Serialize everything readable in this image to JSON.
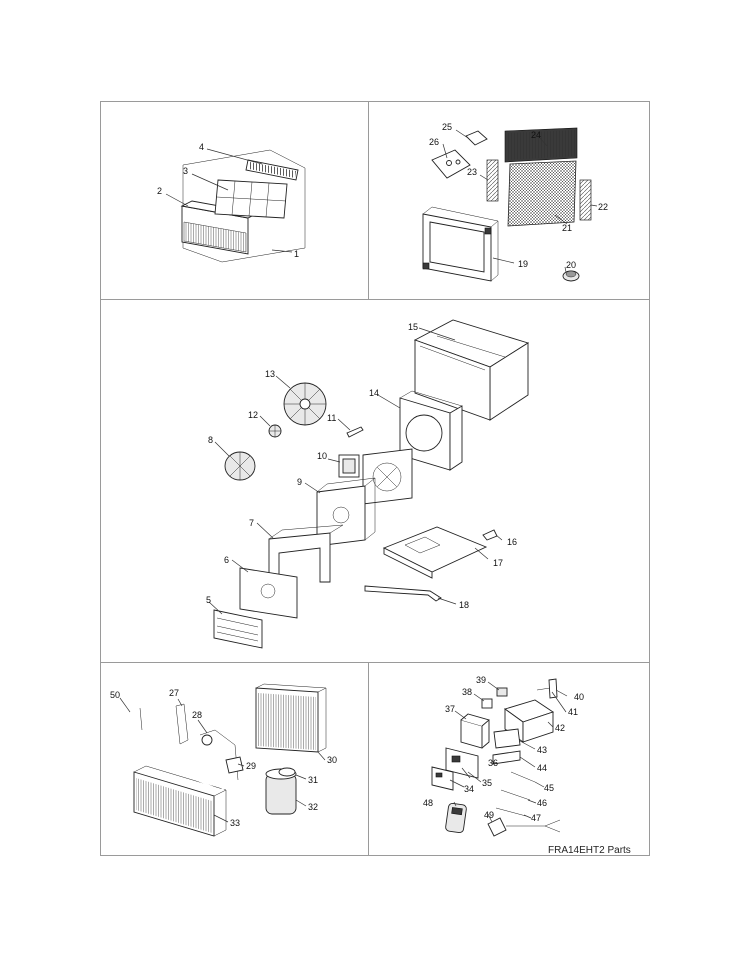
{
  "caption": "FRA14EHT2 Parts",
  "panels": [
    {
      "id": "front-grille-panel",
      "labels": [
        "1",
        "2",
        "3",
        "4"
      ]
    },
    {
      "id": "window-kit-panel",
      "labels": [
        "19",
        "20",
        "21",
        "22",
        "23",
        "24",
        "25",
        "26"
      ]
    },
    {
      "id": "chassis-panel",
      "labels": [
        "5",
        "6",
        "7",
        "8",
        "9",
        "10",
        "11",
        "12",
        "13",
        "14",
        "15",
        "16",
        "17",
        "18"
      ]
    },
    {
      "id": "refrigeration-panel",
      "labels": [
        "27",
        "28",
        "29",
        "30",
        "31",
        "32",
        "33",
        "50"
      ]
    },
    {
      "id": "electrical-panel",
      "labels": [
        "34",
        "35",
        "36",
        "37",
        "38",
        "39",
        "40",
        "41",
        "42",
        "43",
        "44",
        "45",
        "46",
        "47",
        "48",
        "49"
      ]
    }
  ],
  "callouts": {
    "p1": "1",
    "p2": "2",
    "p3": "3",
    "p4": "4",
    "p5": "5",
    "p6": "6",
    "p7": "7",
    "p8": "8",
    "p9": "9",
    "p10": "10",
    "p11": "11",
    "p12": "12",
    "p13": "13",
    "p14": "14",
    "p15": "15",
    "p16": "16",
    "p17": "17",
    "p18": "18",
    "p19": "19",
    "p20": "20",
    "p21": "21",
    "p22": "22",
    "p23": "23",
    "p24": "24",
    "p25": "25",
    "p26": "26",
    "p27": "27",
    "p28": "28",
    "p29": "29",
    "p30": "30",
    "p31": "31",
    "p32": "32",
    "p33": "33",
    "p34": "34",
    "p35": "35",
    "p36": "36",
    "p37": "37",
    "p38": "38",
    "p39": "39",
    "p40": "40",
    "p41": "41",
    "p42": "42",
    "p43": "43",
    "p44": "44",
    "p45": "45",
    "p46": "46",
    "p47": "47",
    "p48": "48",
    "p49": "49",
    "p50": "50"
  }
}
